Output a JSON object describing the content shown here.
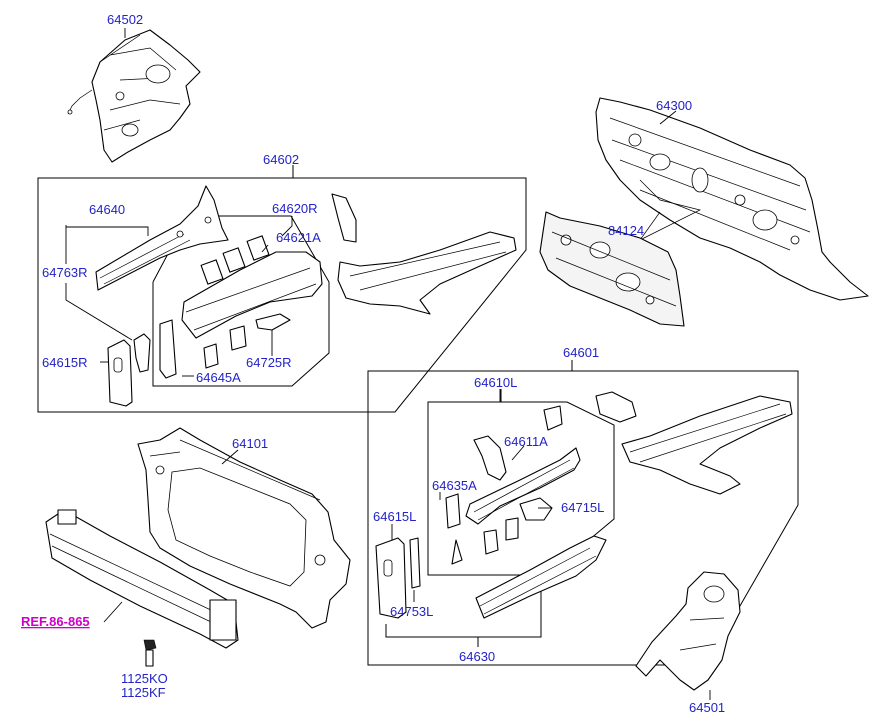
{
  "labels": {
    "p64502": "64502",
    "p64300": "64300",
    "p64602": "64602",
    "p64640": "64640",
    "p64620R": "64620R",
    "p64621A_r": "64621A",
    "p84124": "84124",
    "p64763R": "64763R",
    "p64615R": "64615R",
    "p64645A": "64645A",
    "p64725R": "64725R",
    "p64601": "64601",
    "p64610L": "64610L",
    "p64101": "64101",
    "p64611A": "64611A",
    "p64635A": "64635A",
    "p64615L": "64615L",
    "p64715L": "64715L",
    "p64753L": "64753L",
    "p64630": "64630",
    "ref": "REF.86-865",
    "p1125KO": "1125KO",
    "p1125KF": "1125KF",
    "p64501": "64501"
  },
  "colors": {
    "label": "#2323c8",
    "ref": "#d000c8",
    "line": "#000000"
  }
}
